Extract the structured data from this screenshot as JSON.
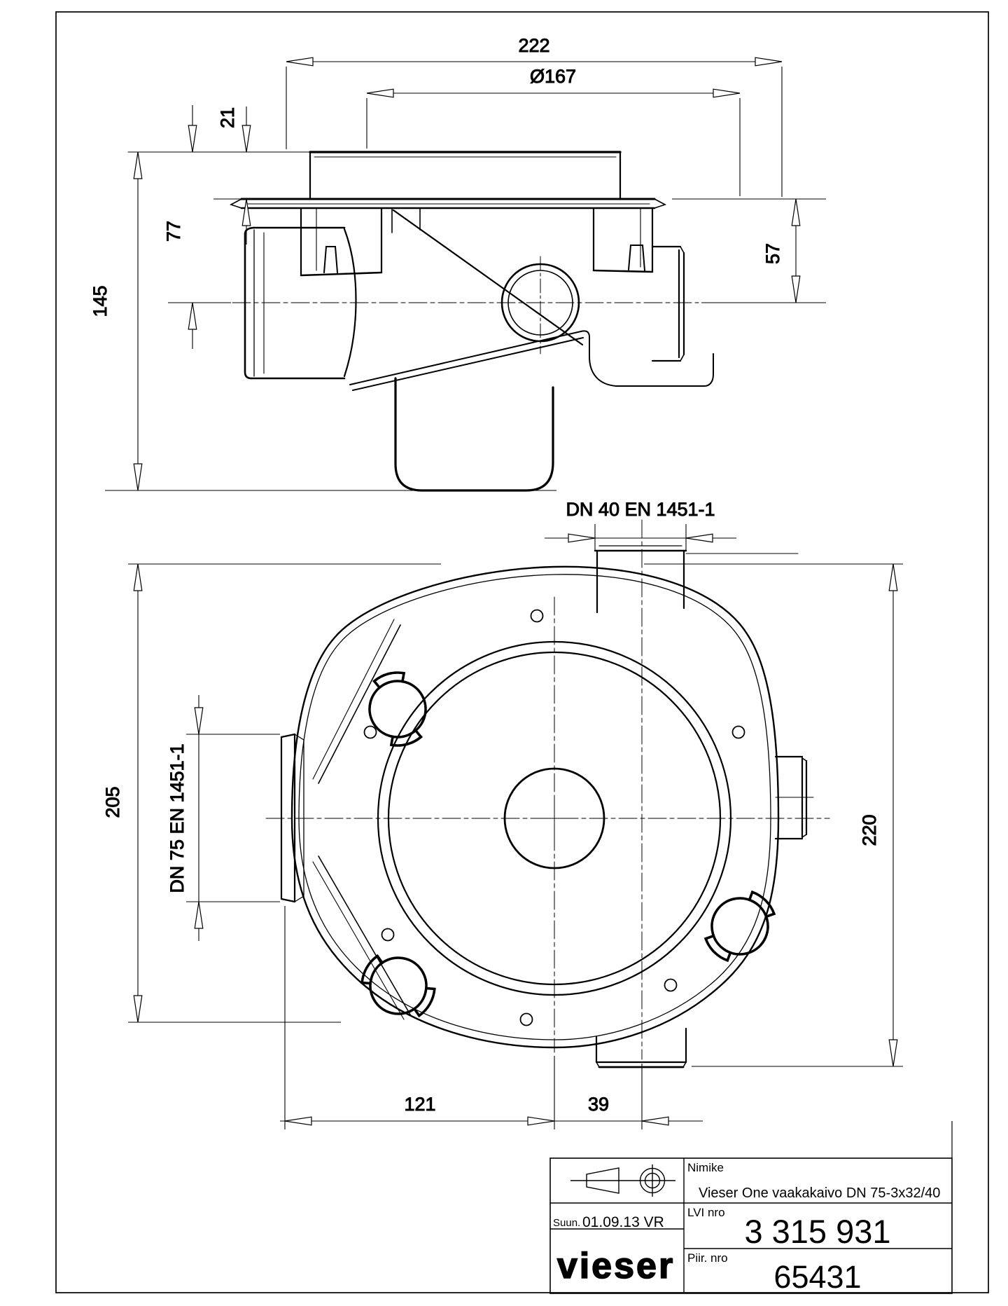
{
  "drawing": {
    "dims": {
      "width_top": "222",
      "cap_dia": "Ø167",
      "cap_height": "21",
      "pipe_depth": "77",
      "total_depth": "145",
      "outlet_depth": "57",
      "dn40": "DN 40 EN 1451-1",
      "dn75": "DN 75 EN 1451-1",
      "body_height": "205",
      "body_span": "220",
      "left_offset": "121",
      "dn40_offset": "39"
    },
    "title_block": {
      "nimike_label": "Nimike",
      "nimike": "Vieser One vaakakaivo DN 75-3x32/40",
      "lvi_label": "LVI nro",
      "lvi": "3 315 931",
      "piir_label": "Piir. nro",
      "piir": "65431",
      "suun_label": "Suun.",
      "suun": "01.09.13 VR",
      "logo": "vieser"
    },
    "colors": {
      "line": "#000000",
      "paper": "#ffffff"
    }
  }
}
